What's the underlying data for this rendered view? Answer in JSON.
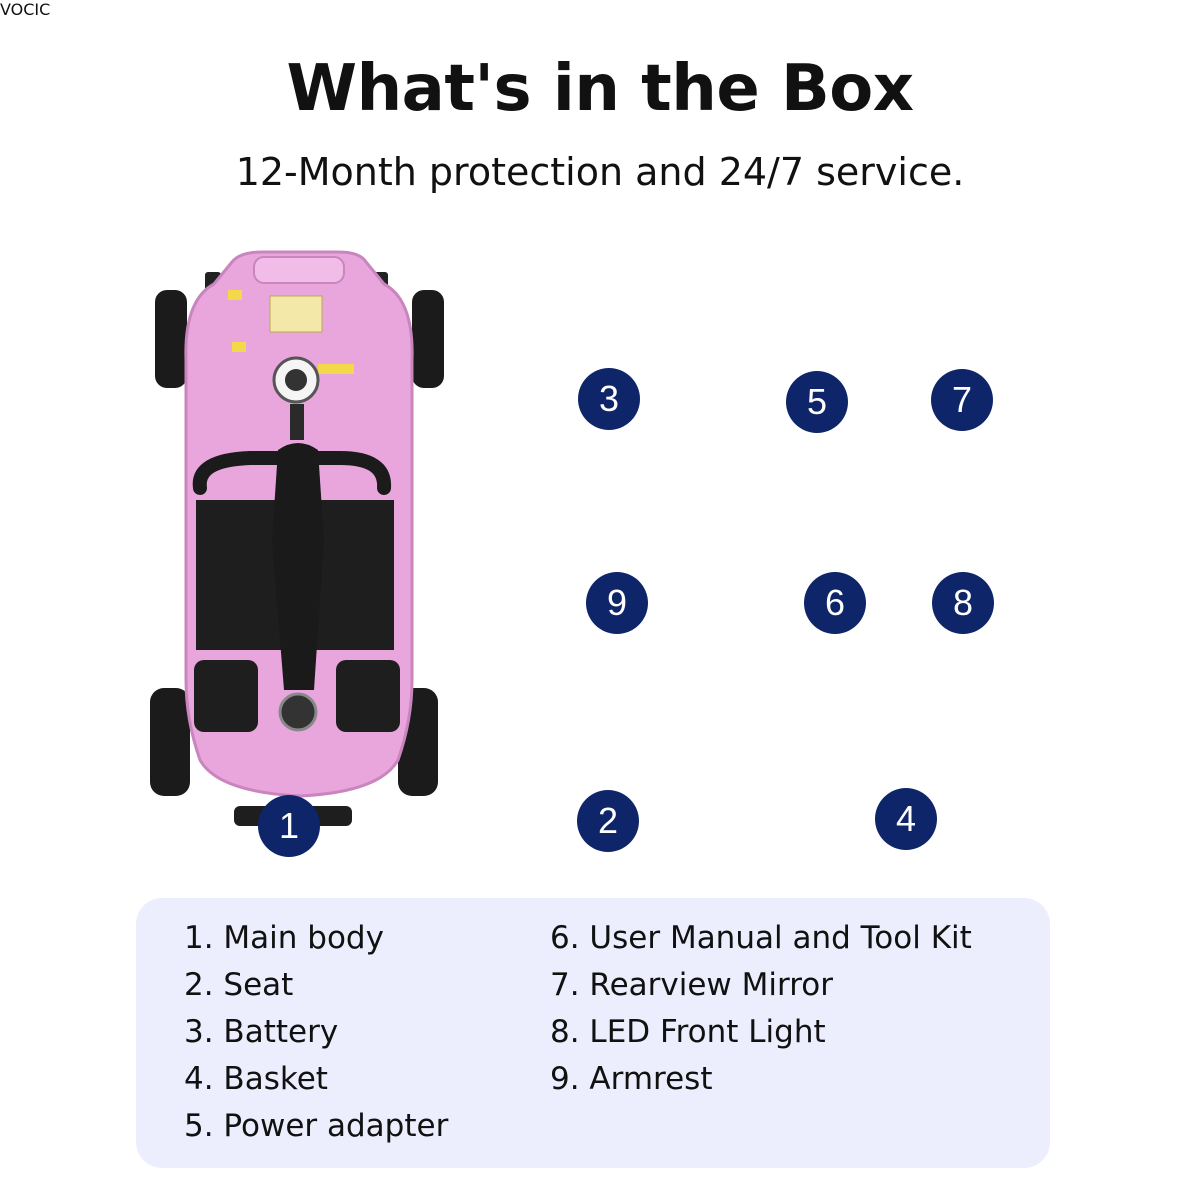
{
  "header": {
    "title": "What's in the Box",
    "subtitle": "12-Month protection and 24/7 service."
  },
  "badges": {
    "main_body": "1",
    "seat": "2",
    "battery": "3",
    "basket": "4",
    "power_adapter": "5",
    "manual_toolkit": "6",
    "mirror": "7",
    "front_light": "8",
    "armrest": "9"
  },
  "seat_brand": "VOCIC",
  "legend": {
    "left": [
      "1. Main body",
      "2. Seat",
      "3. Battery",
      "4. Basket",
      "5. Power adapter"
    ],
    "right": [
      "6. User Manual and Tool Kit",
      "7. Rearview Mirror",
      "8. LED Front Light",
      "9. Armrest"
    ]
  },
  "colors": {
    "badge": "#0f2569",
    "legend_bg": "#eceefd",
    "scooter_body": "#e9a6dd"
  }
}
